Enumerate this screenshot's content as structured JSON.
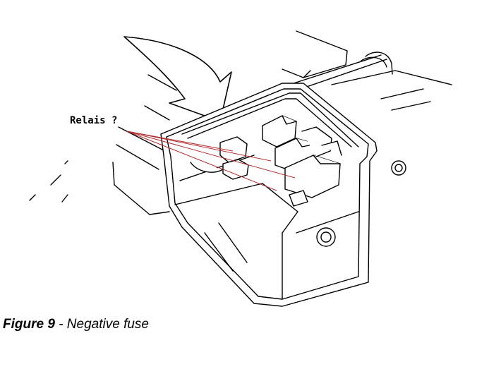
{
  "annotation": {
    "label": "Relais ?",
    "leader_color": "#b03030"
  },
  "caption": {
    "figure_number": "Figure 9",
    "separator": " - ",
    "text": "Negative fuse"
  }
}
